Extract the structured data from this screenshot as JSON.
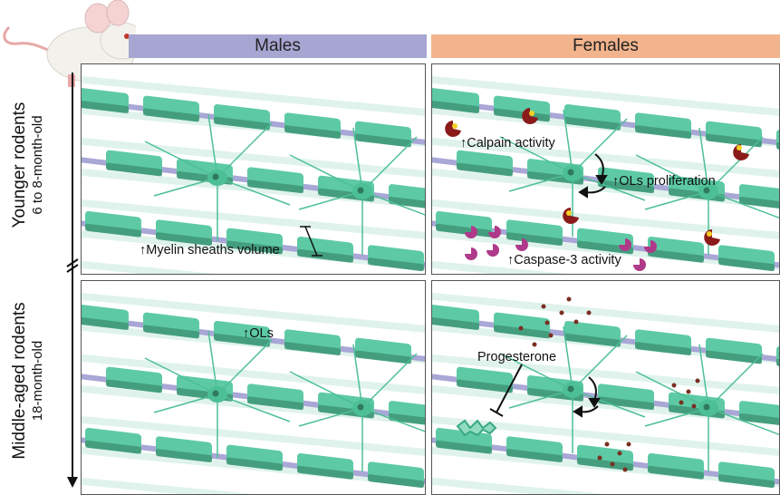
{
  "columns": {
    "males": "Males",
    "females": "Females"
  },
  "rows": {
    "younger": {
      "title": "Younger rodents",
      "subtitle": "6 to 8-month-old"
    },
    "middle": {
      "title": "Middle-aged rodents",
      "subtitle": "18-month-old"
    }
  },
  "annotations": {
    "myelin": "Myelin sheaths volume",
    "ols_male": "OLs",
    "calpain": "Calpain activity",
    "ols_prolif": "OLs proliferation",
    "caspase": "Caspase-3 activity",
    "progesterone": "Progesterone"
  },
  "colors": {
    "males_header": "#a7a6d2",
    "females_header": "#f2b48c",
    "myelin": "#5dcaa5",
    "myelin_dark": "#2f7a5e",
    "axon": "#a9a7d6",
    "calpain": "#8b1a1a",
    "caspase": "#b03a8a",
    "progesterone_dots": "#7a2f22"
  },
  "icons": [
    "mouse-icon",
    "up-arrow-icon",
    "calpain-icon",
    "caspase-icon",
    "oligodendrocyte-icon",
    "inhibition-icon"
  ]
}
